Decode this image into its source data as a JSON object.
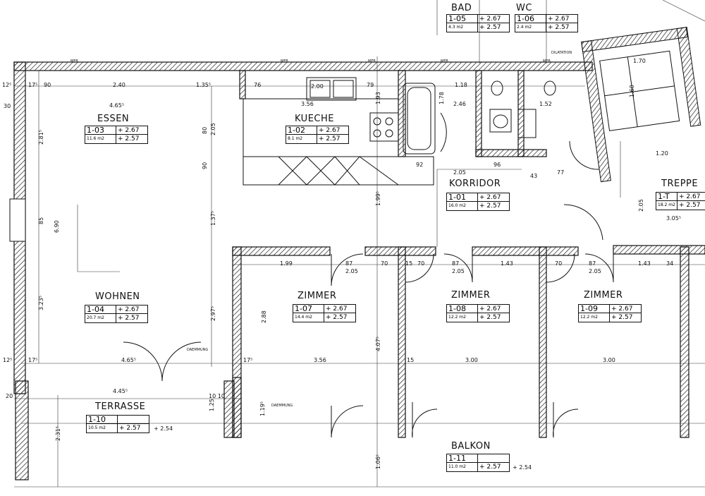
{
  "header": {
    "bad": "BAD",
    "bad_num": "1-05",
    "bad_h1": "+ 2.67",
    "bad_area": "4.3 m2",
    "bad_h2": "+ 2.57",
    "wc": "WC",
    "wc_num": "1-06",
    "wc_h1": "+ 2.67",
    "wc_area": "2.4 m2",
    "wc_h2": "+ 2.57"
  },
  "rooms": {
    "essen": {
      "name": "ESSEN",
      "num": "1-03",
      "h1": "+ 2.67",
      "area": "11.6 m2",
      "h2": "+ 2.57"
    },
    "kueche": {
      "name": "KUECHE",
      "num": "1-02",
      "h1": "+ 2.67",
      "area": "8.1 m2",
      "h2": "+ 2.57"
    },
    "korridor": {
      "name": "KORRIDOR",
      "num": "1-01",
      "h1": "+ 2.67",
      "area": "16.0 m2",
      "h2": "+ 2.57"
    },
    "treppe": {
      "name": "TREPPE",
      "num": "1-T",
      "h1": "+ 2.67",
      "area": "18.2 m2",
      "h2": "+ 2.57"
    },
    "wohnen": {
      "name": "WOHNEN",
      "num": "1-04",
      "h1": "+ 2.67",
      "area": "20.7 m2",
      "h2": "+ 2.57"
    },
    "zimmer1": {
      "name": "ZIMMER",
      "num": "1-07",
      "h1": "+ 2.67",
      "area": "14.4 m2",
      "h2": "+ 2.57"
    },
    "zimmer2": {
      "name": "ZIMMER",
      "num": "1-08",
      "h1": "+ 2.67",
      "area": "12.2 m2",
      "h2": "+ 2.57"
    },
    "zimmer3": {
      "name": "ZIMMER",
      "num": "1-09",
      "h1": "+ 2.67",
      "area": "12.2 m2",
      "h2": "+ 2.57"
    },
    "terrasse": {
      "name": "TERRASSE",
      "num": "1-10",
      "area": "10.5 m2",
      "h2": "+ 2.57",
      "extra": "+ 2.54"
    },
    "balkon": {
      "name": "BALKON",
      "num": "1-11",
      "area": "11.0 m2",
      "h2": "+ 2.57",
      "extra": "+ 2.54"
    }
  },
  "dims": {
    "d240": "2.40",
    "d135": "1.35⁵",
    "d356": "3.56",
    "d246": "2.46",
    "d152": "1.52",
    "d118": "1.18",
    "d465a": "4.65⁵",
    "d465b": "4.65⁵",
    "d445": "4.45⁵",
    "d199": "1.99",
    "d87a": "87",
    "d87b": "87",
    "d87c": "87",
    "d143a": "1.43",
    "d143b": "1.43",
    "d205a": "2.05",
    "d205b": "2.05",
    "d205c": "2.05",
    "d205d": "2.05",
    "d356b": "3.56",
    "d300a": "3.00",
    "d300b": "3.00",
    "d96": "96",
    "d92": "92",
    "d170": "1.70",
    "d120": "1.20",
    "d305": "3.05⁵",
    "d43": "43",
    "d77": "77",
    "d70a": "70",
    "d70b": "70",
    "d70c": "70",
    "d15a": "15",
    "d15b": "15",
    "d34": "34",
    "d90": "90",
    "d76": "76",
    "d79": "79",
    "d200": "2.00",
    "d12": "12⁵",
    "d17a": "17⁵",
    "d17b": "17⁵",
    "d17c": "17⁵",
    "d20": "20",
    "d30": "30",
    "d1010": "10 10"
  },
  "vdims": {
    "v281": "2.81⁵",
    "v690": "6.90",
    "v323": "3.23⁵",
    "v205": "2.05",
    "v137": "1.37⁵",
    "v297": "2.97⁵",
    "v288": "2.88",
    "v407": "4.07⁵",
    "v199": "1.99⁵",
    "v193": "1.93",
    "v178": "1.78",
    "v231": "2.31⁵",
    "v125": "1.25",
    "v119": "1.19⁵",
    "v106": "1.06⁵",
    "v80": "80",
    "v90": "90",
    "v85": "85",
    "v160": "1.60",
    "v205b": "2.05"
  },
  "notes": {
    "mfb1": "MFB",
    "mfb2": "MFB",
    "mfb3": "MFB",
    "mfb4": "MFB",
    "mfb5": "MFB",
    "dilatation": "DILATATION",
    "daemmung1": "DAEMMUNG",
    "daemmung2": "DAEMMUNG"
  }
}
